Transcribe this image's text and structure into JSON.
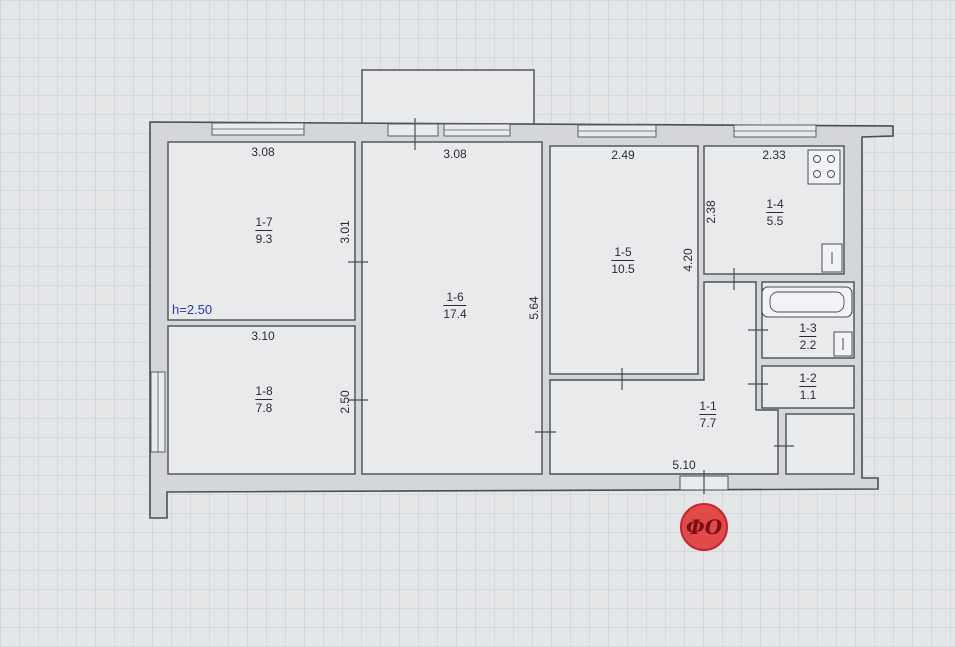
{
  "rooms": [
    {
      "id": "1-7",
      "area": "9.3"
    },
    {
      "id": "1-6",
      "area": "17.4"
    },
    {
      "id": "1-5",
      "area": "10.5"
    },
    {
      "id": "1-4",
      "area": "5.5"
    },
    {
      "id": "1-3",
      "area": "2.2"
    },
    {
      "id": "1-2",
      "area": "1.1"
    },
    {
      "id": "1-1",
      "area": "7.7"
    },
    {
      "id": "1-8",
      "area": "7.8"
    }
  ],
  "dimensions": {
    "top_1_7": "3.08",
    "top_1_6": "3.08",
    "top_1_5": "2.49",
    "top_1_4": "2.33",
    "top_1_8": "3.10",
    "v_1_7": "3.01",
    "v_1_8": "2.50",
    "v_1_6": "5.64",
    "v_1_5": "4.20",
    "v_1_4": "2.38",
    "bottom_1_1": "5.10"
  },
  "ceiling_height": "h=2.50",
  "stamp_text": "ФО",
  "colors": {
    "stamp_fill": "#e24a4a",
    "height_label": "#2d3bb0",
    "lines": "#4a4d52"
  }
}
